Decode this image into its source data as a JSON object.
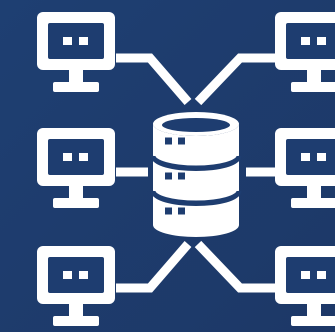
{
  "colors": {
    "background_top": "#1e3f72",
    "background_bottom": "#1d3867",
    "stroke": "#ffffff",
    "screen_detail": "#1e3d70"
  },
  "diagram": {
    "center_node": {
      "icon": "database-icon",
      "segments": 3
    },
    "nodes": [
      {
        "name": "monitor-top-left",
        "icon": "monitor-icon",
        "connected_to": "database"
      },
      {
        "name": "monitor-top-right",
        "icon": "monitor-icon",
        "connected_to": "database"
      },
      {
        "name": "monitor-middle-left",
        "icon": "monitor-icon",
        "connected_to": "database"
      },
      {
        "name": "monitor-middle-right",
        "icon": "monitor-icon",
        "connected_to": "database"
      },
      {
        "name": "monitor-bottom-left",
        "icon": "monitor-icon",
        "connected_to": "database"
      },
      {
        "name": "monitor-bottom-right",
        "icon": "monitor-icon",
        "connected_to": "database"
      }
    ]
  }
}
